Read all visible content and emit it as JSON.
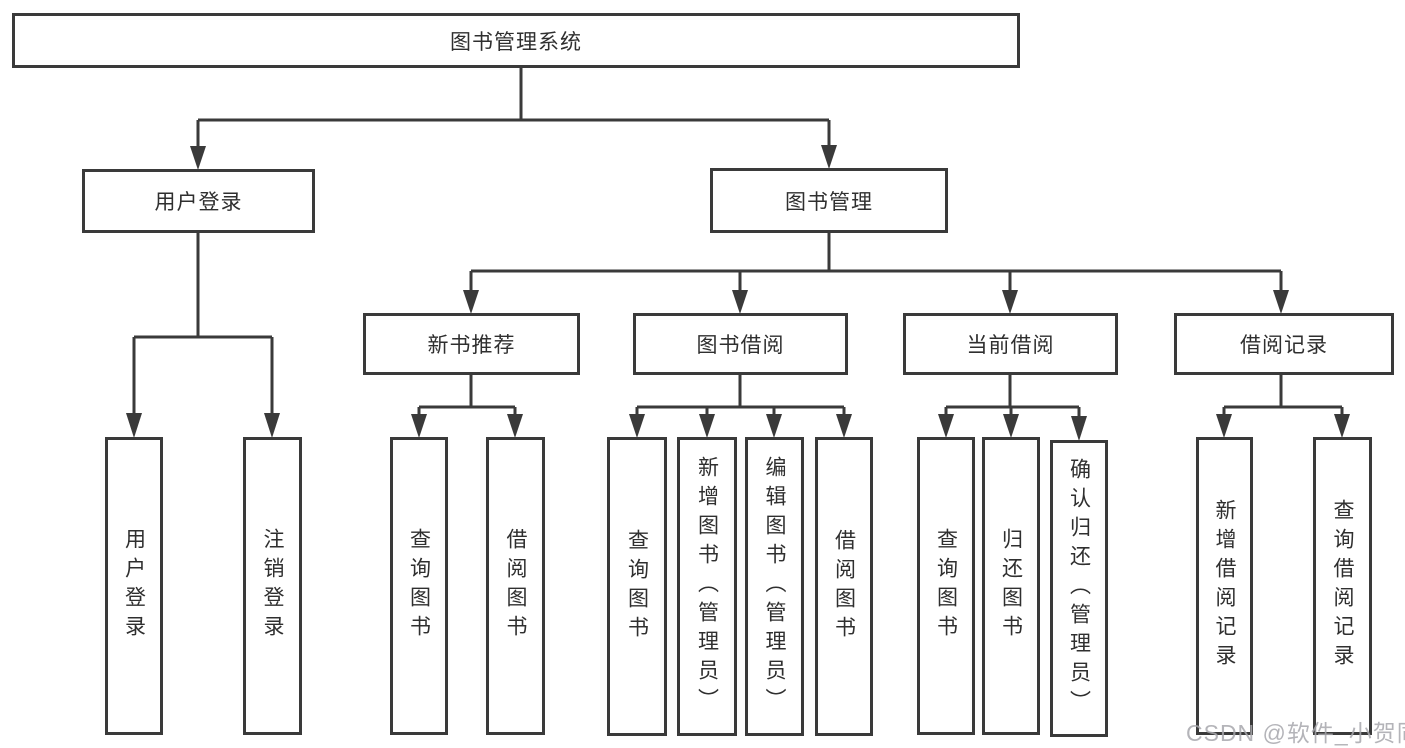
{
  "diagram_type": "hierarchy-tree",
  "colors": {
    "background": "#ffffff",
    "line": "#3a3a3a",
    "box_border": "#3a3a3a",
    "text": "#2f2f2f",
    "watermark": "#a8a8ad"
  },
  "watermark": "CSDN @软件_小贺同学",
  "tree": {
    "label": "图书管理系统",
    "children": [
      {
        "label": "用户登录",
        "children": [
          "用户登录",
          "注销登录"
        ]
      },
      {
        "label": "图书管理",
        "children": [
          {
            "label": "新书推荐",
            "children": [
              "查询图书",
              "借阅图书"
            ]
          },
          {
            "label": "图书借阅",
            "children": [
              "查询图书",
              "新增图书（管理员）",
              "编辑图书（管理员）",
              "借阅图书"
            ]
          },
          {
            "label": "当前借阅",
            "children": [
              "查询图书",
              "归还图书",
              "确认归还（管理员）"
            ]
          },
          {
            "label": "借阅记录",
            "children": [
              "新增借阅记录",
              "查询借阅记录"
            ]
          }
        ]
      }
    ]
  }
}
